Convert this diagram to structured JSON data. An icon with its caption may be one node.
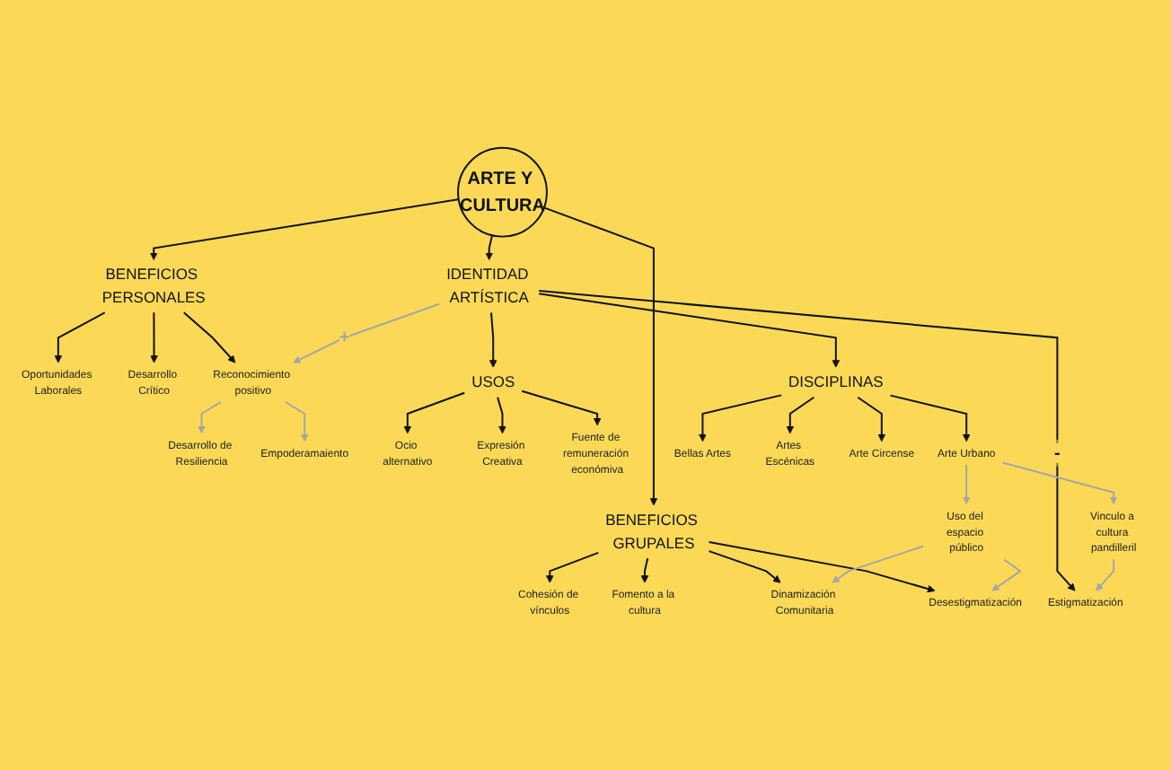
{
  "diagram": {
    "nodes": [
      {
        "text": [
          "ARTE Y CULTURA"
        ]
      },
      {
        "text": [
          "BENEFICIOS PERSONALES"
        ]
      },
      {
        "text": [
          "Oportunidades Laborales"
        ]
      },
      {
        "text": [
          "Desarrollo Crítico"
        ]
      },
      {
        "text": [
          "Reconocimiento positivo"
        ]
      },
      {
        "text": [
          "Desarrollo de Resiliencia"
        ]
      },
      {
        "text": [
          "Empoderamaiento"
        ]
      },
      {
        "text": [
          "BENEFICIOS GRUPALES"
        ]
      },
      {
        "text": [
          "Cohesión de vínculos"
        ]
      },
      {
        "text": [
          "Fomento a la cultura"
        ]
      },
      {
        "text": [
          "Dinamización Comunitaria"
        ]
      },
      {
        "text": [
          "Desestigmatización"
        ]
      },
      {
        "text": [
          "IDENTIDAD ARTÍSTICA"
        ]
      },
      {
        "text": [
          "Estigmatización"
        ]
      },
      {
        "text": [
          "Vinculo a cultura pandilleril"
        ]
      },
      {
        "text": [
          "Uso del espacio público"
        ]
      },
      {
        "text": [
          "Ocio alternativo"
        ]
      },
      {
        "text": [
          "USOS"
        ]
      },
      {
        "text": [
          "Expresión Creativa"
        ]
      },
      {
        "text": [
          "Fuente de remuneración económiva"
        ]
      },
      {
        "text": [
          "DISCIPLINAS"
        ]
      },
      {
        "text": [
          "Arte Urbano"
        ]
      },
      {
        "text": [
          "Bellas Artes"
        ]
      },
      {
        "text": [
          "Artes Escénicas"
        ]
      },
      {
        "text": [
          "Arte Circense"
        ]
      }
    ],
    "edges": [
      {
        "from": 0,
        "to": 1,
        "arrow": "to"
      },
      {
        "from": 0,
        "to": 7,
        "arrow": "to"
      },
      {
        "from": 0,
        "to": 12,
        "arrow": "to"
      },
      {
        "from": 1,
        "to": 2,
        "arrow": "to"
      },
      {
        "from": 1,
        "to": 3,
        "arrow": "to"
      },
      {
        "from": 1,
        "to": 4,
        "arrow": "to"
      },
      {
        "from": 4,
        "to": 5,
        "arrow": "to",
        "color": "#a6a6a6"
      },
      {
        "from": 4,
        "to": 6,
        "arrow": "to",
        "color": "#a6a6a6"
      },
      {
        "from": 7,
        "to": 8,
        "arrow": "to"
      },
      {
        "from": 7,
        "to": 9,
        "arrow": "to"
      },
      {
        "from": 7,
        "to": 10,
        "arrow": "to"
      },
      {
        "from": 7,
        "to": 11,
        "arrow": "to"
      },
      {
        "from": 12,
        "to": 4,
        "arrow": "to",
        "label": "+",
        "color": "#a6a6a6"
      },
      {
        "from": 12,
        "to": 13,
        "arrow": "to",
        "label": "-"
      },
      {
        "from": 12,
        "to": 17,
        "arrow": "to"
      },
      {
        "from": 12,
        "to": 20,
        "arrow": "to"
      },
      {
        "from": 17,
        "to": 16,
        "arrow": "to"
      },
      {
        "from": 17,
        "to": 18,
        "arrow": "to"
      },
      {
        "from": 17,
        "to": 19,
        "arrow": "to"
      },
      {
        "from": 20,
        "to": 21,
        "arrow": "to"
      },
      {
        "from": 20,
        "to": 22,
        "arrow": "to"
      },
      {
        "from": 20,
        "to": 23,
        "arrow": "to"
      },
      {
        "from": 20,
        "to": 24,
        "arrow": "to"
      },
      {
        "from": 21,
        "to": 14,
        "arrow": "to",
        "color": "#a6a6a6"
      },
      {
        "from": 21,
        "to": 15,
        "arrow": "to",
        "color": "#a6a6a6"
      },
      {
        "from": 14,
        "to": 13,
        "arrow": "to",
        "color": "#a6a6a6"
      },
      {
        "from": 15,
        "to": 11,
        "arrow": "to",
        "color": "#a6a6a6"
      },
      {
        "from": 15,
        "to": 10,
        "arrow": "to",
        "color": "#a6a6a6"
      }
    ]
  }
}
